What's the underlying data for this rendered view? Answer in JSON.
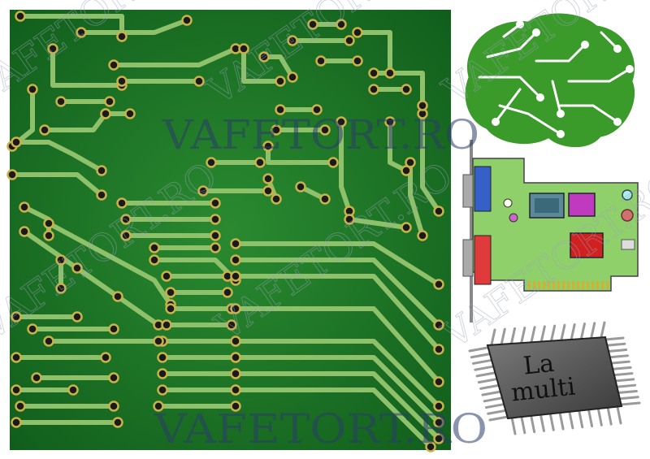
{
  "watermark": {
    "text": "VAFETORT.RO",
    "color": "#2a3d6a"
  },
  "chip": {
    "line1": "La",
    "line2": "multi"
  },
  "colors": {
    "board_green": "#1f7a2a",
    "board_dark": "#0f5a1a",
    "trace": "#8fc06a",
    "pad_gold": "#c9b24a",
    "brain_green": "#3a9a2a",
    "card_green": "#8fd06a",
    "chip_gray": "#5a5a5a"
  },
  "icons": [
    "circuit-board-image",
    "brain-circuit-icon",
    "expansion-card-icon",
    "microchip-icon"
  ]
}
